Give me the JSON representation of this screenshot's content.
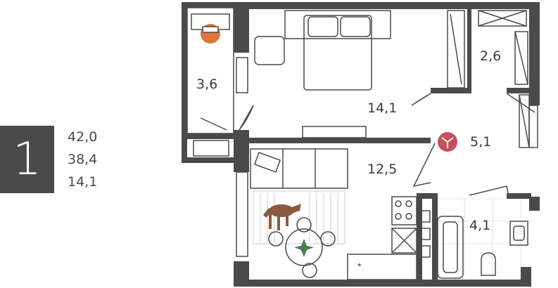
{
  "summary": {
    "rooms": "1",
    "areas": [
      "42,0",
      "38,4",
      "14,1"
    ]
  },
  "rooms": [
    {
      "id": "balcony",
      "label": "3,6"
    },
    {
      "id": "bedroom",
      "label": "14,1"
    },
    {
      "id": "wardrobe",
      "label": "2,6"
    },
    {
      "id": "hall",
      "label": "5,1"
    },
    {
      "id": "kitchen",
      "label": "12,5"
    },
    {
      "id": "bathroom",
      "label": "4,1"
    }
  ],
  "colors": {
    "wall": "#4a4a48",
    "badge_bg": "#4a4a48",
    "accent_red": "#c8505a",
    "accent_orange": "#e0763a",
    "dog": "#8a5a3c",
    "plant": "#4c7a56"
  }
}
